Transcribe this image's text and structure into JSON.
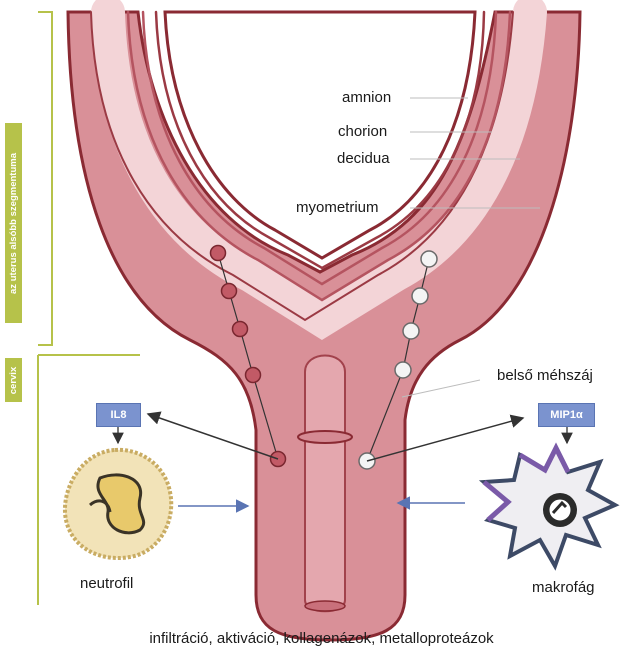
{
  "side_labels": {
    "uterus": "az uterus alsóbb szegmentuma",
    "cervix": "cervix"
  },
  "layer_labels": {
    "amnion": "amnion",
    "chorion": "chorion",
    "decidua": "decidua",
    "myometrium": "myometrium"
  },
  "internal_os_label": "belső méhszáj",
  "cytokines": {
    "left": "IL8",
    "right": "MIP1α"
  },
  "cells": {
    "left": "neutrofil",
    "right": "makrofág"
  },
  "caption": "infiltráció, aktiváció, kollagenázok, metalloproteázok",
  "colors": {
    "myometrium": "#d99098",
    "layer_light": "#f3d4d7",
    "outline_dark": "#8a2a33",
    "side_tab": "#b6c24a",
    "chip": "#7b93cf",
    "arrow_blue": "#5a74b3"
  }
}
